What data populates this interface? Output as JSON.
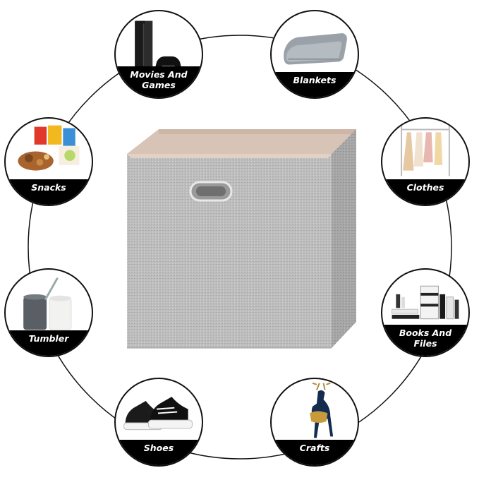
{
  "categories": [
    {
      "key": "movies",
      "label": "Movies And Games",
      "icon": "game-console-icon"
    },
    {
      "key": "blankets",
      "label": "Blankets",
      "icon": "blanket-icon"
    },
    {
      "key": "snacks",
      "label": "Snacks",
      "icon": "snacks-icon"
    },
    {
      "key": "clothes",
      "label": "Clothes",
      "icon": "clothes-rack-icon"
    },
    {
      "key": "tumbler",
      "label": "Tumbler",
      "icon": "tumbler-icon"
    },
    {
      "key": "books",
      "label": "Books And Files",
      "icon": "books-icon"
    },
    {
      "key": "shoes",
      "label": "Shoes",
      "icon": "sneakers-icon"
    },
    {
      "key": "crafts",
      "label": "Crafts",
      "icon": "deer-figurine-icon"
    }
  ],
  "colors": {
    "band": "#000000",
    "label_text": "#ffffff",
    "box_fabric": "#b9b9b9",
    "box_lining": "#d6c3b6"
  }
}
